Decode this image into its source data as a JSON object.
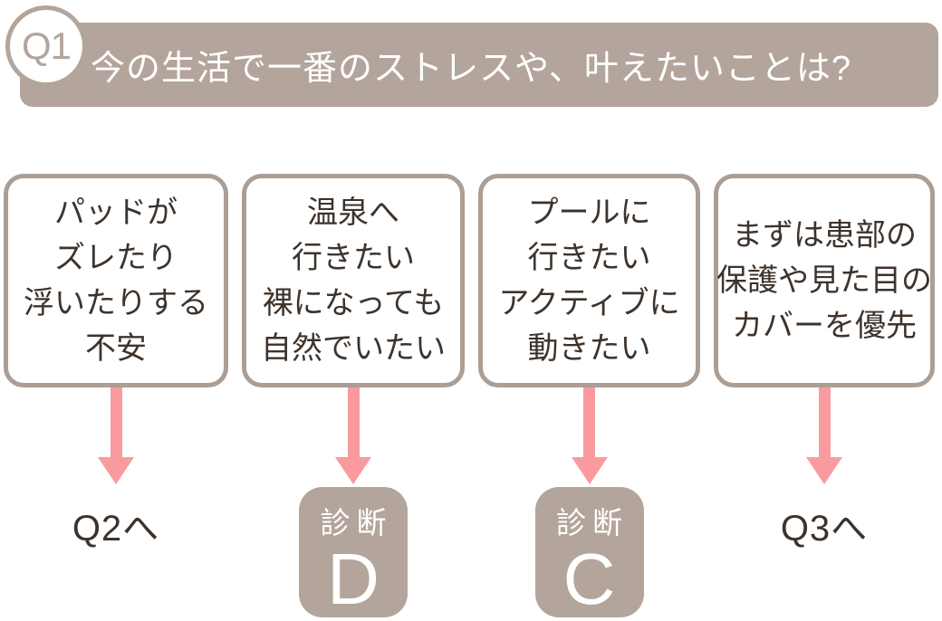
{
  "colors": {
    "taupe": "#b3a59c",
    "border_taupe": "#ab9e95",
    "text_dark": "#3e332b",
    "arrow_pink": "#f99b9e",
    "white": "#ffffff"
  },
  "question": {
    "number": "Q1",
    "title": "今の生活で一番のストレスや、叶えたいことは?"
  },
  "options": [
    {
      "lines": [
        "パッドが",
        "ズレたり",
        "浮いたりする",
        "不安"
      ],
      "outcome": {
        "type": "goto",
        "label": "Q2へ"
      }
    },
    {
      "lines": [
        "温泉へ",
        "行きたい",
        "裸になっても",
        "自然でいたい"
      ],
      "outcome": {
        "type": "diagnosis",
        "label": "診断",
        "letter": "D"
      }
    },
    {
      "lines": [
        "プールに",
        "行きたい",
        "アクティブに",
        "動きたい"
      ],
      "outcome": {
        "type": "diagnosis",
        "label": "診断",
        "letter": "C"
      }
    },
    {
      "lines": [
        "まずは患部の",
        "保護や見た目の",
        "カバーを優先"
      ],
      "outcome": {
        "type": "goto",
        "label": "Q3へ"
      }
    }
  ]
}
